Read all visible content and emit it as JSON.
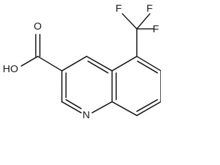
{
  "molecule": {
    "labels": {
      "hydroxyl": "HO",
      "nitrogen": "N",
      "fluorine_top_left": "F",
      "fluorine_top_right": "F",
      "fluorine_right": "F",
      "carbonyl_oxygen": "O"
    }
  }
}
